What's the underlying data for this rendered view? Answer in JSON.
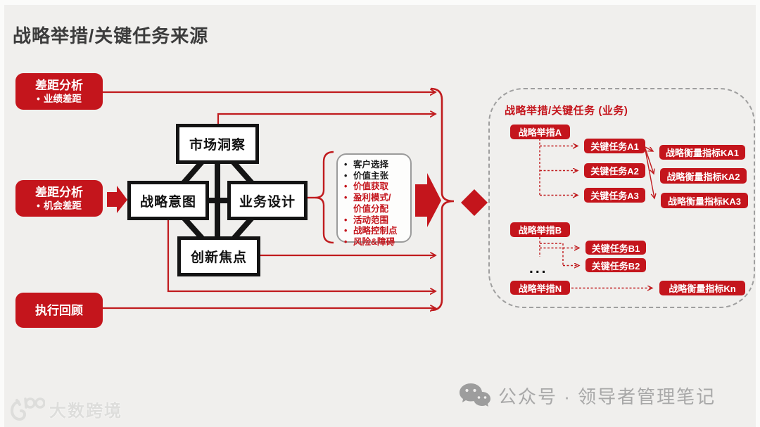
{
  "page": {
    "title": "战略举措/关键任务来源"
  },
  "colors": {
    "red_box": "#c4151c",
    "red_line": "#c01b1e",
    "black_line": "#141414",
    "background": "#f0efed",
    "panel_dash_border": "#9f9f9f",
    "watermark_gray": "#a8a8a8"
  },
  "sources": {
    "gap_performance": {
      "title": "差距分析",
      "bullet": "•",
      "item": "业绩差距"
    },
    "gap_opportunity": {
      "title": "差距分析",
      "bullet": "•",
      "item": "机会差距"
    },
    "execution_review": {
      "title": "执行回顾"
    }
  },
  "model": {
    "top": "市场洞察",
    "left": "战略意图",
    "right": "业务设计",
    "bottom": "创新焦点"
  },
  "business_design_list": {
    "items": [
      {
        "bullet": "•",
        "label": "客户选择"
      },
      {
        "bullet": "•",
        "label": "价值主张"
      },
      {
        "bullet": "•",
        "label": "价值获取"
      },
      {
        "bullet": "•",
        "label": "盈利模式/",
        "label2": "价值分配"
      },
      {
        "bullet": "•",
        "label": "活动范围"
      },
      {
        "bullet": "•",
        "label": "战略控制点"
      },
      {
        "bullet": "•",
        "label": "风险&障碍"
      }
    ]
  },
  "output_panel": {
    "title": "战略举措/关键任务 (业务)",
    "initiative_a": "战略举措A",
    "task_a1": "关键任务A1",
    "task_a2": "关键任务A2",
    "task_a3": "关键任务A3",
    "metric_ka1": "战略衡量指标KA1",
    "metric_ka2": "战略衡量指标KA2",
    "metric_ka3": "战略衡量指标KA3",
    "initiative_b": "战略举措B",
    "task_b1": "关键任务B1",
    "task_b2": "关键任务B2",
    "ellipsis": "...",
    "initiative_n": "战略举措N",
    "metric_kn": "战略衡量指标Kn"
  },
  "footer": {
    "brand_left": "大数跨境",
    "brand_right": "公众号 · 领导者管理笔记"
  }
}
